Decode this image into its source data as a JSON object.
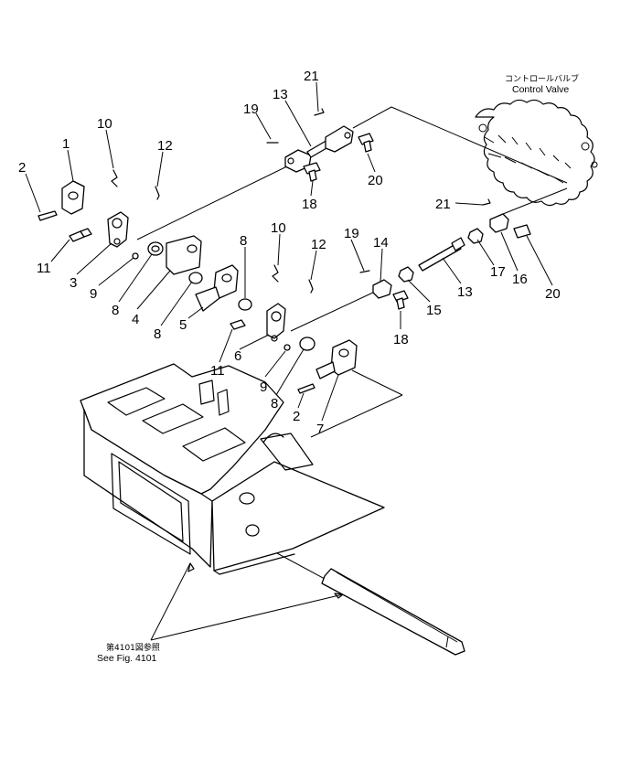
{
  "captions": {
    "control_valve_jp": "コントロールバルブ",
    "control_valve_en": "Control Valve",
    "see_fig_jp": "第4101図参照",
    "see_fig_en": "See Fig. 4101"
  },
  "callouts": {
    "c1": "1",
    "c2": "2",
    "c3": "3",
    "c4": "4",
    "c5": "5",
    "c6": "6",
    "c7": "7",
    "c8a": "8",
    "c8b": "8",
    "c8c": "8",
    "c8d": "8",
    "c9a": "9",
    "c9b": "9",
    "c10a": "10",
    "c10b": "10",
    "c11a": "11",
    "c11b": "11",
    "c12a": "12",
    "c12b": "12",
    "c13a": "13",
    "c13b": "13",
    "c14": "14",
    "c15": "15",
    "c16": "16",
    "c17": "17",
    "c18a": "18",
    "c18b": "18",
    "c19a": "19",
    "c19b": "19",
    "c20a": "20",
    "c20b": "20",
    "c21a": "21",
    "c21b": "21",
    "c2b": "2"
  }
}
